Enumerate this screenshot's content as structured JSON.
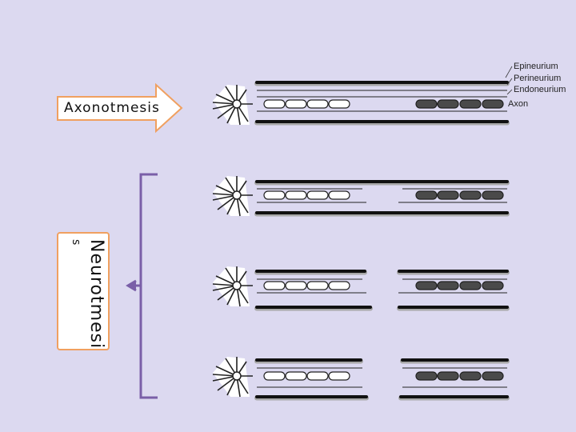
{
  "arrow": {
    "label": "Axonotmesis",
    "color": "#f0a060"
  },
  "bracket": {
    "label_line1": "Neurotmesi",
    "label_line2": "s",
    "color": "#7a5fa8"
  },
  "legend": {
    "epineurium": "Epineurium",
    "perineurium": "Perineurium",
    "endoneurium": "Endoneurium",
    "axon": "Axon"
  },
  "nerve_diagrams": [
    {
      "stage": "axonotmesis"
    },
    {
      "stage": "neurotmesis-1"
    },
    {
      "stage": "neurotmesis-2"
    },
    {
      "stage": "neurotmesis-3"
    }
  ]
}
